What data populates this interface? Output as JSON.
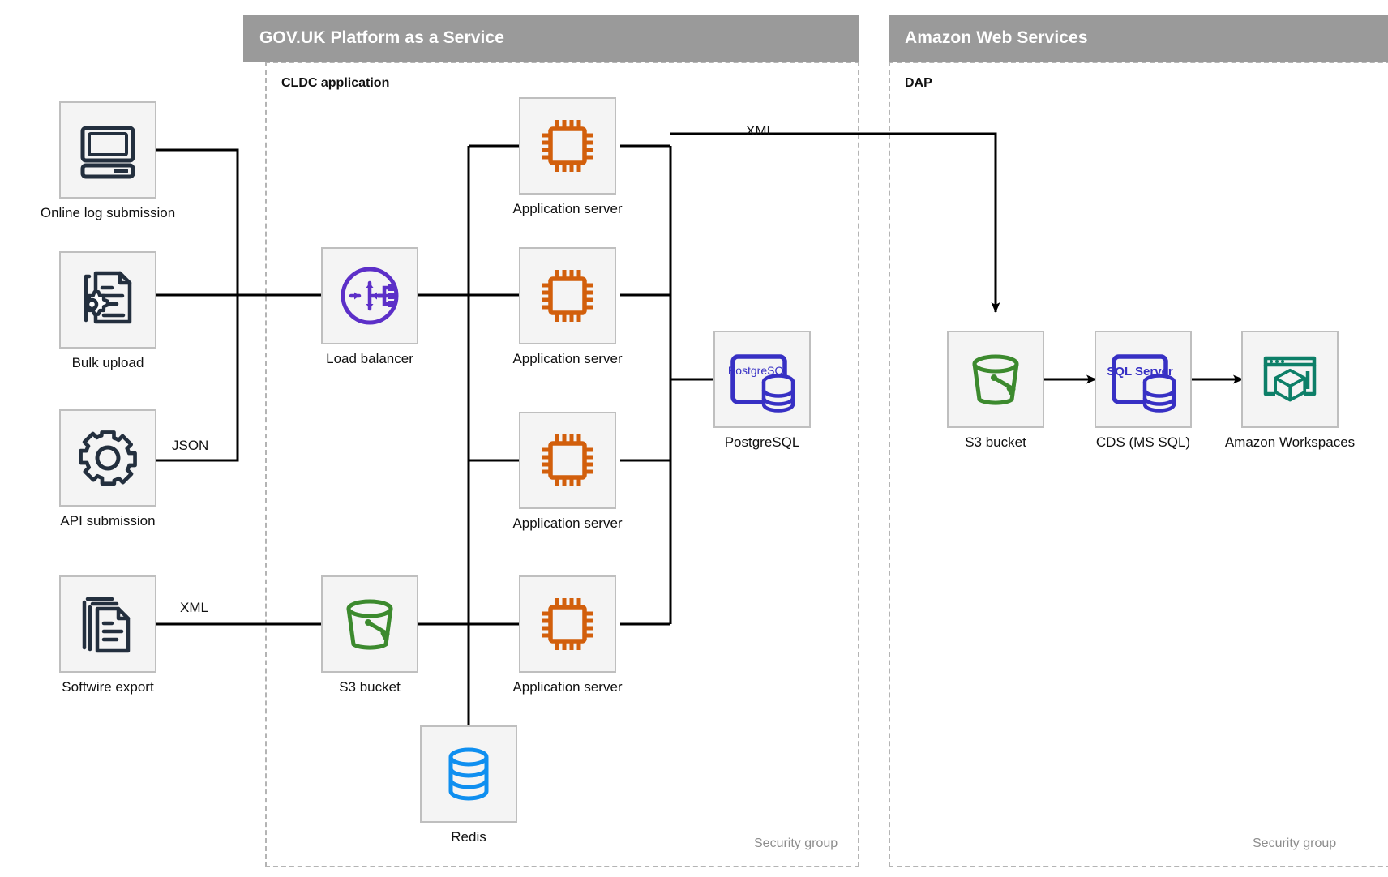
{
  "groups": [
    {
      "id": "paas",
      "title": "GOV.UK Platform as a Service",
      "sub_label": "CLDC application",
      "security_label": "Security group"
    },
    {
      "id": "aws",
      "title": "Amazon Web Services",
      "sub_label": "DAP",
      "security_label": "Security group"
    }
  ],
  "nodes": {
    "online_log": {
      "label": "Online log submission",
      "icon": "desktop-computer-icon"
    },
    "bulk_upload": {
      "label": "Bulk upload",
      "icon": "document-gear-icon"
    },
    "api_submission": {
      "label": "API submission",
      "icon": "gear-icon"
    },
    "softwire_export": {
      "label": "Softwire export",
      "icon": "stacked-documents-icon"
    },
    "load_balancer": {
      "label": "Load balancer",
      "icon": "load-balancer-icon"
    },
    "s3_paas": {
      "label": "S3 bucket",
      "icon": "bucket-icon"
    },
    "app_server_1": {
      "label": "Application server",
      "icon": "cpu-chip-icon"
    },
    "app_server_2": {
      "label": "Application server",
      "icon": "cpu-chip-icon"
    },
    "app_server_3": {
      "label": "Application server",
      "icon": "cpu-chip-icon"
    },
    "app_server_4": {
      "label": "Application server",
      "icon": "cpu-chip-icon"
    },
    "redis": {
      "label": "Redis",
      "icon": "database-cylinder-icon"
    },
    "postgresql": {
      "label": "PostgreSQL",
      "icon": "postgresql-icon",
      "badge": "PostgreSQL"
    },
    "s3_aws": {
      "label": "S3 bucket",
      "icon": "bucket-icon"
    },
    "cds": {
      "label": "CDS (MS SQL)",
      "icon": "sql-server-icon",
      "badge": "SQL Server"
    },
    "workspaces": {
      "label": "Amazon Workspaces",
      "icon": "workspaces-cube-icon"
    }
  },
  "edge_labels": {
    "api_json": "JSON",
    "softwire_xml": "XML",
    "appserver_xml": "XML"
  },
  "colors": {
    "group_header_bg": "#9a9a9a",
    "icon_box_bg": "#f4f4f4",
    "icon_box_border": "#bfbfbf",
    "dark_navy": "#232f3e",
    "purple": "#5c2fc8",
    "orange": "#d25f0c",
    "green": "#3c8a2e",
    "blue": "#0f8ff0",
    "pg_blue": "#3730c4",
    "teal": "#0d7f68",
    "wire": "#000000",
    "dashed": "#b4b4b4"
  }
}
